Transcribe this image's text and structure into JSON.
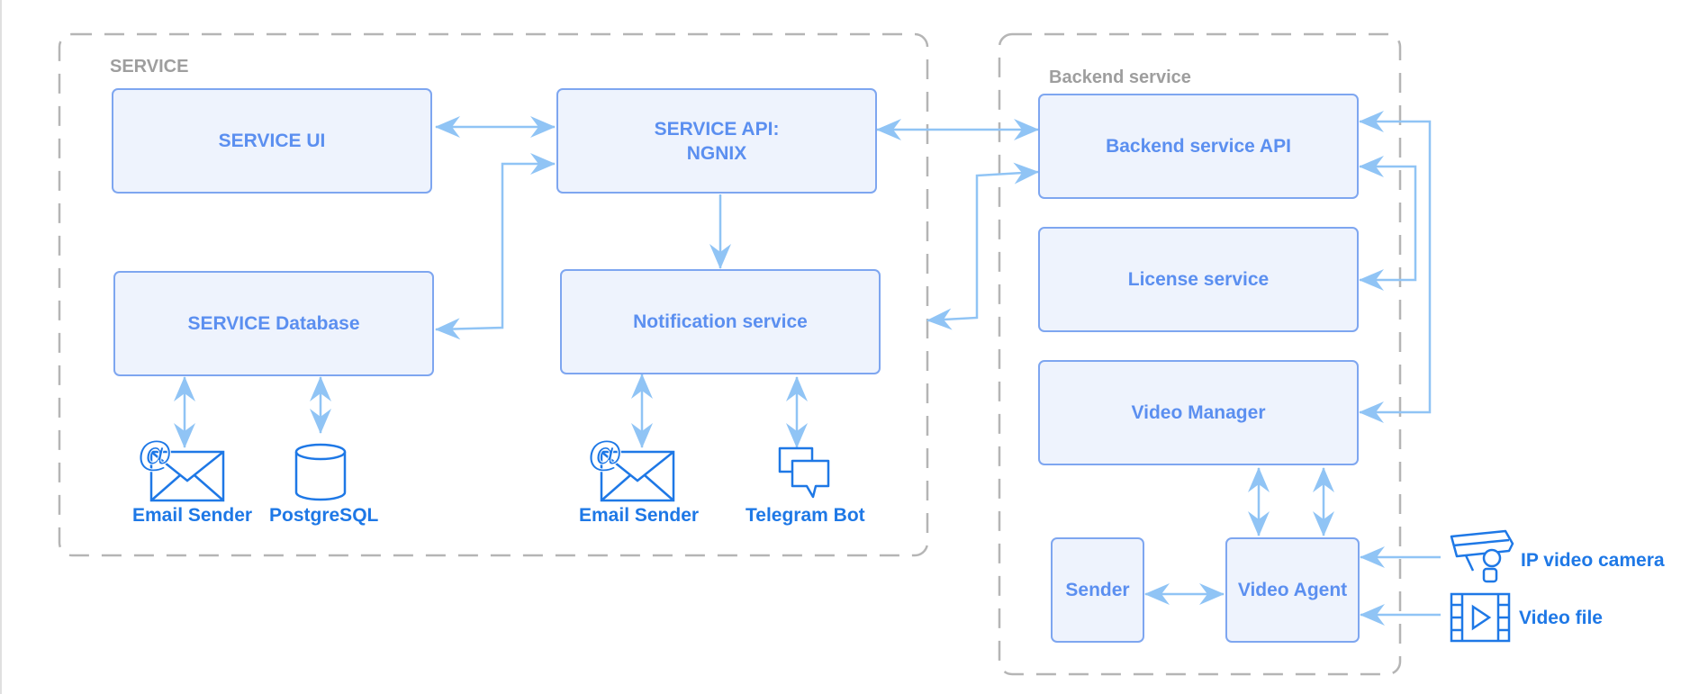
{
  "colors": {
    "box_fill": "#eef3fd",
    "box_border": "#7ea6f0",
    "box_text": "#5b8ff0",
    "arrow": "#90c4f5",
    "icon": "#1e78e6",
    "group_border": "#b5b5b5",
    "group_label": "#9e9e9e"
  },
  "groups": {
    "service": {
      "label": "SERVICE"
    },
    "backend": {
      "label": "Backend service"
    }
  },
  "nodes": {
    "service_ui": "SERVICE UI",
    "service_api": "SERVICE API:\nNGNIX",
    "service_database": "SERVICE Database",
    "notification_service": "Notification service",
    "backend_api": "Backend service API",
    "license_service": "License service",
    "video_manager": "Video Manager",
    "sender": "Sender",
    "video_agent": "Video Agent"
  },
  "icons": {
    "email_sender_1": {
      "label": "Email Sender",
      "icon": "email-at-icon"
    },
    "postgresql": {
      "label": "PostgreSQL",
      "icon": "database-cylinder-icon"
    },
    "email_sender_2": {
      "label": "Email Sender",
      "icon": "email-at-icon"
    },
    "telegram_bot": {
      "label": "Telegram Bot",
      "icon": "chat-bubbles-icon"
    },
    "ip_camera": {
      "label": "IP video camera",
      "icon": "security-camera-icon"
    },
    "video_file": {
      "label": "Video file",
      "icon": "film-strip-play-icon"
    }
  },
  "connections": [
    {
      "from": "SERVICE UI",
      "to": "SERVICE API: NGNIX",
      "direction": "both"
    },
    {
      "from": "SERVICE Database",
      "to": "SERVICE API: NGNIX",
      "direction": "both"
    },
    {
      "from": "SERVICE API: NGNIX",
      "to": "Notification service",
      "direction": "forward"
    },
    {
      "from": "SERVICE API: NGNIX",
      "to": "Backend service API",
      "direction": "both"
    },
    {
      "from": "Backend service API",
      "to": "Notification service",
      "direction": "both"
    },
    {
      "from": "SERVICE Database",
      "to": "Email Sender",
      "direction": "both"
    },
    {
      "from": "SERVICE Database",
      "to": "PostgreSQL",
      "direction": "both"
    },
    {
      "from": "Notification service",
      "to": "Email Sender",
      "direction": "both"
    },
    {
      "from": "Notification service",
      "to": "Telegram Bot",
      "direction": "both"
    },
    {
      "from": "Backend service API",
      "to": "License service",
      "direction": "both"
    },
    {
      "from": "Backend service API",
      "to": "Video Manager",
      "direction": "both"
    },
    {
      "from": "Video Manager",
      "to": "Video Agent",
      "direction": "both"
    },
    {
      "from": "Sender",
      "to": "Video Agent",
      "direction": "both"
    },
    {
      "from": "IP video camera",
      "to": "Video Agent",
      "direction": "forward"
    },
    {
      "from": "Video file",
      "to": "Video Agent",
      "direction": "forward"
    }
  ]
}
